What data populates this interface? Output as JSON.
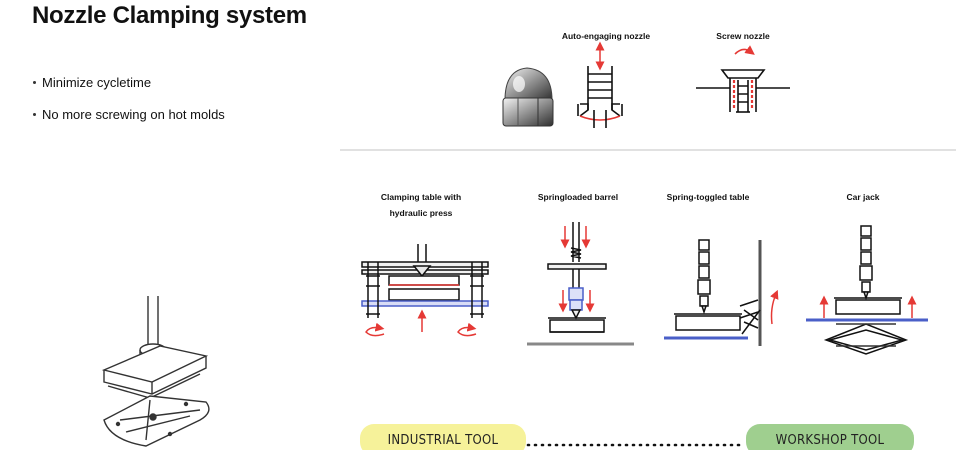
{
  "title": "Nozzle Clamping system",
  "bullets": [
    "Minimize cycletime",
    "No more screwing on hot molds"
  ],
  "nozzle_types": {
    "auto_engaging": "Auto-engaging nozzle",
    "screw": "Screw nozzle"
  },
  "methods": {
    "clamping_table_line1": "Clamping table with",
    "clamping_table_line2": "hydraulic press",
    "springloaded_barrel": "Springloaded barrel",
    "spring_toggled_table": "Spring-toggled table",
    "car_jack": "Car jack"
  },
  "scale": {
    "left": "INDUSTRIAL TOOL",
    "right": "WORKSHOP TOOL",
    "left_color": "#f6f29a",
    "right_color": "#9fcf8f"
  },
  "colors": {
    "arrow_red": "#e53935",
    "plate_blue": "#4a5fc8",
    "divider": "#cfcfcf"
  }
}
